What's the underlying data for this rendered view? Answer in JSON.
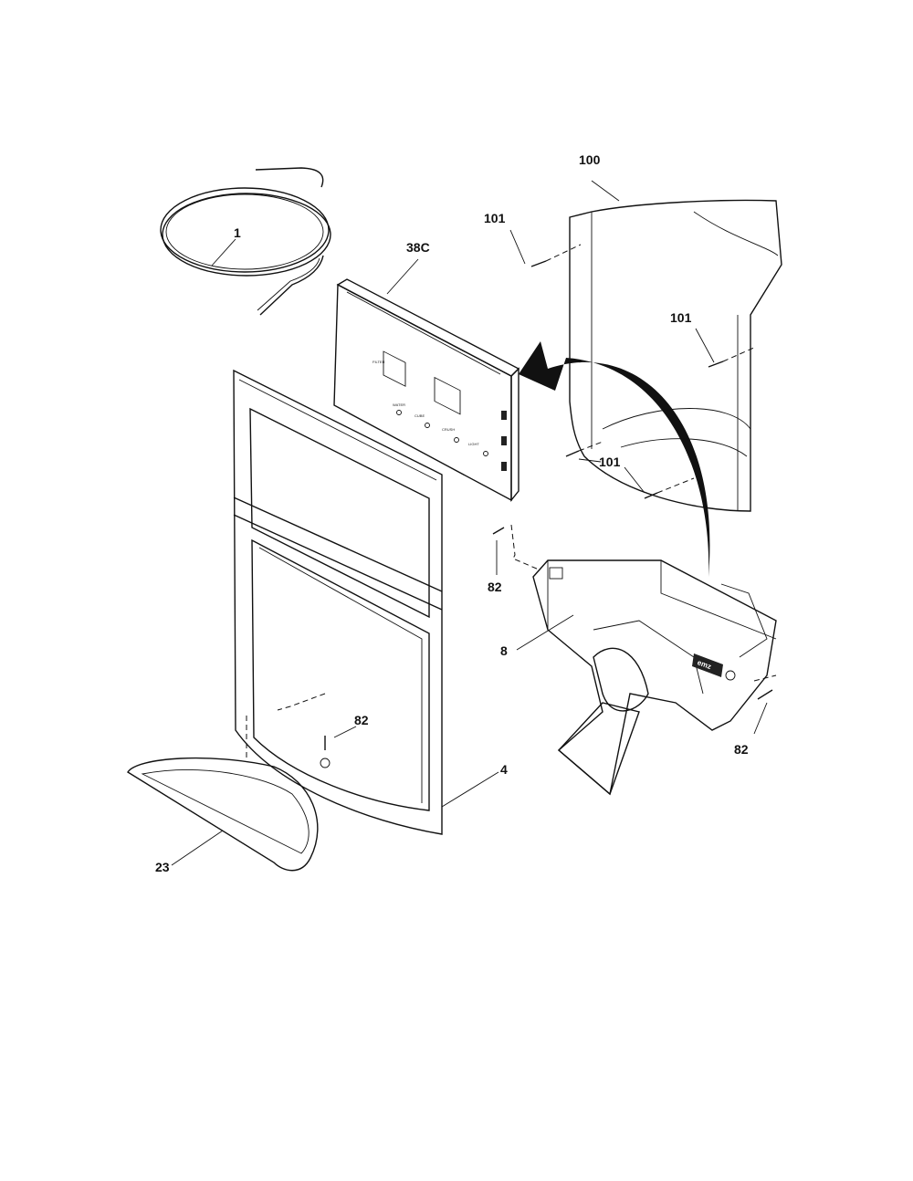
{
  "callouts": {
    "part_1": "1",
    "part_38c": "38C",
    "part_100": "100",
    "part_101_top": "101",
    "part_101_right": "101",
    "part_101_bottom": "101",
    "part_82_left": "82",
    "part_82_center": "82",
    "part_82_right": "82",
    "part_8": "8",
    "part_4": "4",
    "part_23": "23"
  },
  "control_panel": {
    "label_water": "WATER",
    "label_cube": "CUBE",
    "label_crush": "CRUSH",
    "label_filter": "FILTER",
    "label_light": "LIGHT"
  },
  "dispenser": {
    "brand_label": "emz"
  }
}
